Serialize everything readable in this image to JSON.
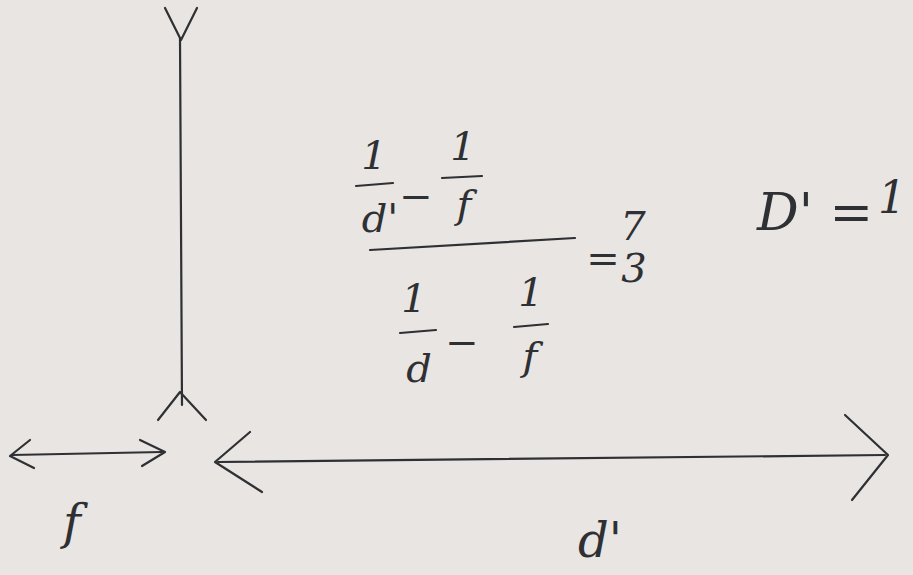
{
  "diagram": {
    "labels": [
      "1",
      "d'",
      "−",
      "1",
      "f",
      "1",
      "d",
      "−",
      "1",
      "f",
      "=",
      "7",
      "3",
      "D' =",
      "1",
      "f",
      "d'"
    ]
  }
}
